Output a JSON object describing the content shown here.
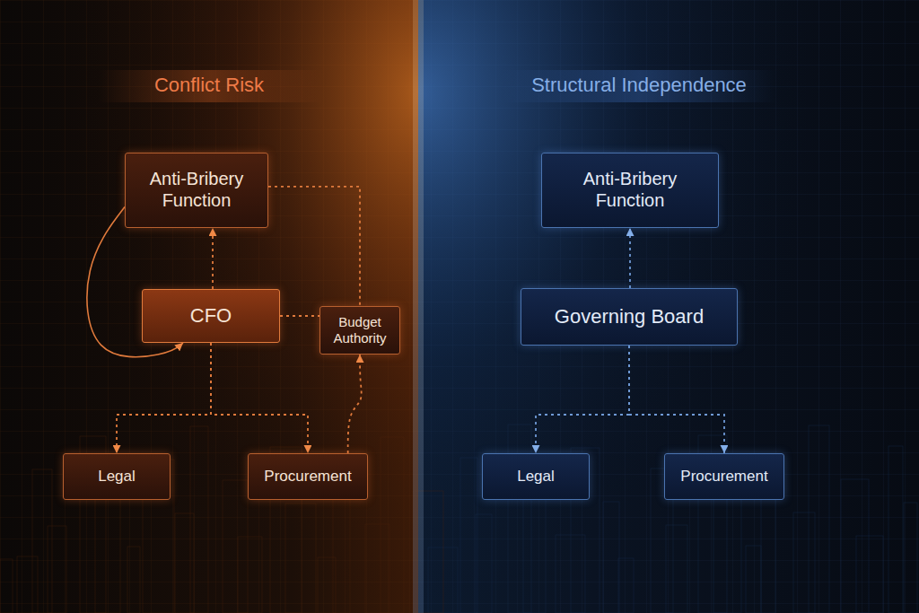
{
  "diagram": {
    "nodes": [
      {
        "text": [
          "Anti-Bribery Function"
        ]
      },
      {
        "text": [
          "CFO"
        ]
      },
      {
        "text": [
          "Budget Authority"
        ]
      },
      {
        "text": [
          "Legal"
        ]
      },
      {
        "text": [
          "Procurement"
        ]
      },
      {
        "text": [
          "Anti-Bribery Function"
        ]
      },
      {
        "text": [
          "Governing Board"
        ]
      },
      {
        "text": [
          "Legal"
        ]
      },
      {
        "text": [
          "Procurement"
        ]
      }
    ],
    "edges": [
      {
        "from": 1,
        "to": 0,
        "arrow": "to"
      },
      {
        "from": 0,
        "to": 1,
        "arrow": "to"
      },
      {
        "from": 1,
        "to": 2,
        "arrow": "none"
      },
      {
        "from": 0,
        "to": 2,
        "arrow": "none"
      },
      {
        "from": 1,
        "to": 3,
        "arrow": "to"
      },
      {
        "from": 1,
        "to": 4,
        "arrow": "to"
      },
      {
        "from": 4,
        "to": 2,
        "arrow": "to"
      },
      {
        "from": 6,
        "to": 5,
        "arrow": "to"
      },
      {
        "from": 6,
        "to": 7,
        "arrow": "to"
      },
      {
        "from": 6,
        "to": 8,
        "arrow": "to"
      }
    ],
    "labels": [
      "Conflict Risk",
      "Structural Independence"
    ]
  }
}
